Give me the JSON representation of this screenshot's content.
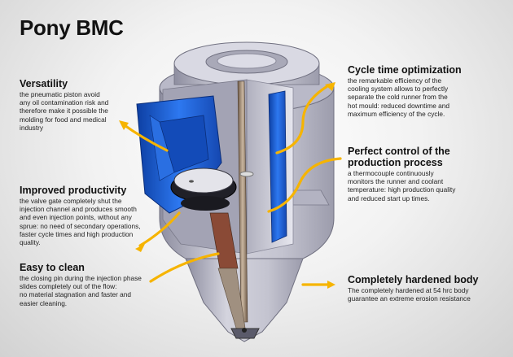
{
  "title": "Pony BMC",
  "colors": {
    "accent_arrow": "#f6b400",
    "body_gray": "#c2c2ce",
    "piston_blue": "#1f63d6"
  },
  "sections": {
    "versatility": {
      "heading": "Versatility",
      "lines": [
        "the pneumatic piston avoid",
        "any oil contamination risk and",
        "therefore make it possible the",
        "molding for food and medical",
        "industry"
      ]
    },
    "productivity": {
      "heading": "Improved productivity",
      "lines": [
        "the valve gate completely shut the",
        "injection channel and produces smooth",
        "and even injection points, without any",
        "sprue: no need of secondary operations,",
        "faster cycle times and high production",
        "quality."
      ]
    },
    "clean": {
      "heading": "Easy to clean",
      "lines": [
        "the closing pin during the injection phase",
        "slides completely out of the flow:",
        "no material stagnation and faster and",
        "easier cleaning."
      ]
    },
    "cycle": {
      "heading": "Cycle time optimization",
      "lines": [
        "the remarkable efficiency of the",
        "cooling system allows to perfectly",
        "separate the cold runner from the",
        "hot mould: reduced downtime and",
        "maximum efficiency of the cycle."
      ]
    },
    "control": {
      "heading": "Perfect control of the production process",
      "lines": [
        "a thermocouple continuously",
        "monitors the runner and coolant",
        "temperature: high production quality",
        "and reduced start up times."
      ]
    },
    "hardened": {
      "heading": "Completely hardened body",
      "lines": [
        "The completely hardened at 54 hrc body",
        "guarantee an extreme erosion resistance"
      ]
    }
  }
}
